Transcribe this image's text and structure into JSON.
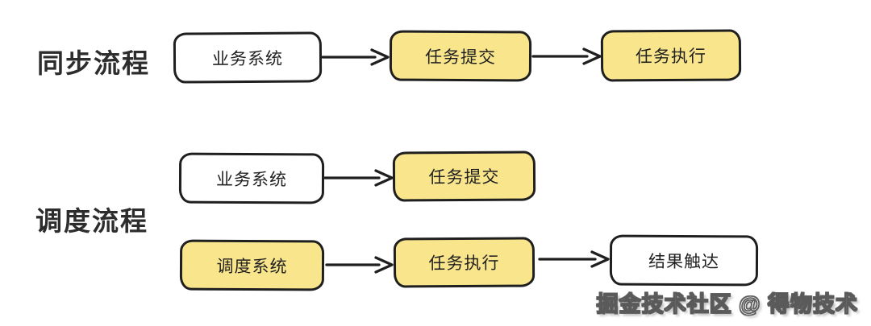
{
  "colors": {
    "background": "#ffffff",
    "node_border": "#1f1f1f",
    "node_fill_white": "#ffffff",
    "node_fill_yellow": "#f8e58c",
    "node_text": "#1f1f1f",
    "flow_label_text": "#2d2d2d",
    "arrow_stroke": "#1f1f1f",
    "watermark_fill": "#fdfdfd",
    "watermark_outline": "#5a5a5a"
  },
  "flows": {
    "sync": {
      "label": "同步流程",
      "nodes": [
        {
          "text": "业务系统",
          "variant": "white"
        },
        {
          "text": "任务提交",
          "variant": "yellow"
        },
        {
          "text": "任务执行",
          "variant": "yellow"
        }
      ]
    },
    "schedule": {
      "label": "调度流程",
      "submit_row": {
        "nodes": [
          {
            "text": "业务系统",
            "variant": "white"
          },
          {
            "text": "任务提交",
            "variant": "yellow"
          }
        ]
      },
      "execute_row": {
        "nodes": [
          {
            "text": "调度系统",
            "variant": "yellow"
          },
          {
            "text": "任务执行",
            "variant": "yellow"
          },
          {
            "text": "结果触达",
            "variant": "white"
          }
        ]
      }
    }
  },
  "watermark": {
    "text": "掘金技术社区 @ 得物技术"
  }
}
